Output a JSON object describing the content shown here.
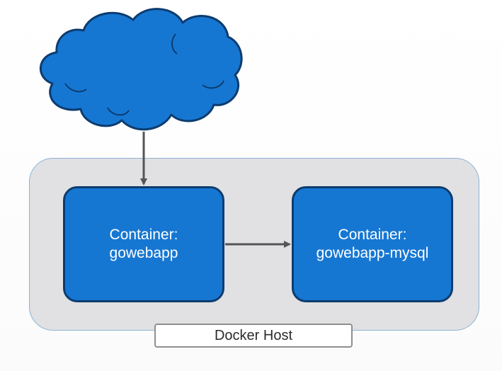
{
  "diagram": {
    "internet": {
      "icon": "cloud-icon",
      "color": "#1677d2",
      "outline": "#0c3c6f"
    },
    "host": {
      "label": "Docker Host",
      "fill": "#e1e0e2"
    },
    "containers": [
      {
        "line1": "Container:",
        "line2": "gowebapp",
        "fill": "#1677d2"
      },
      {
        "line1": "Container:",
        "line2": "gowebapp-mysql",
        "fill": "#1677d2"
      }
    ],
    "connections": [
      {
        "from": "cloud",
        "to": "gowebapp"
      },
      {
        "from": "gowebapp",
        "to": "gowebapp-mysql"
      }
    ],
    "arrow_color": "#555555"
  }
}
